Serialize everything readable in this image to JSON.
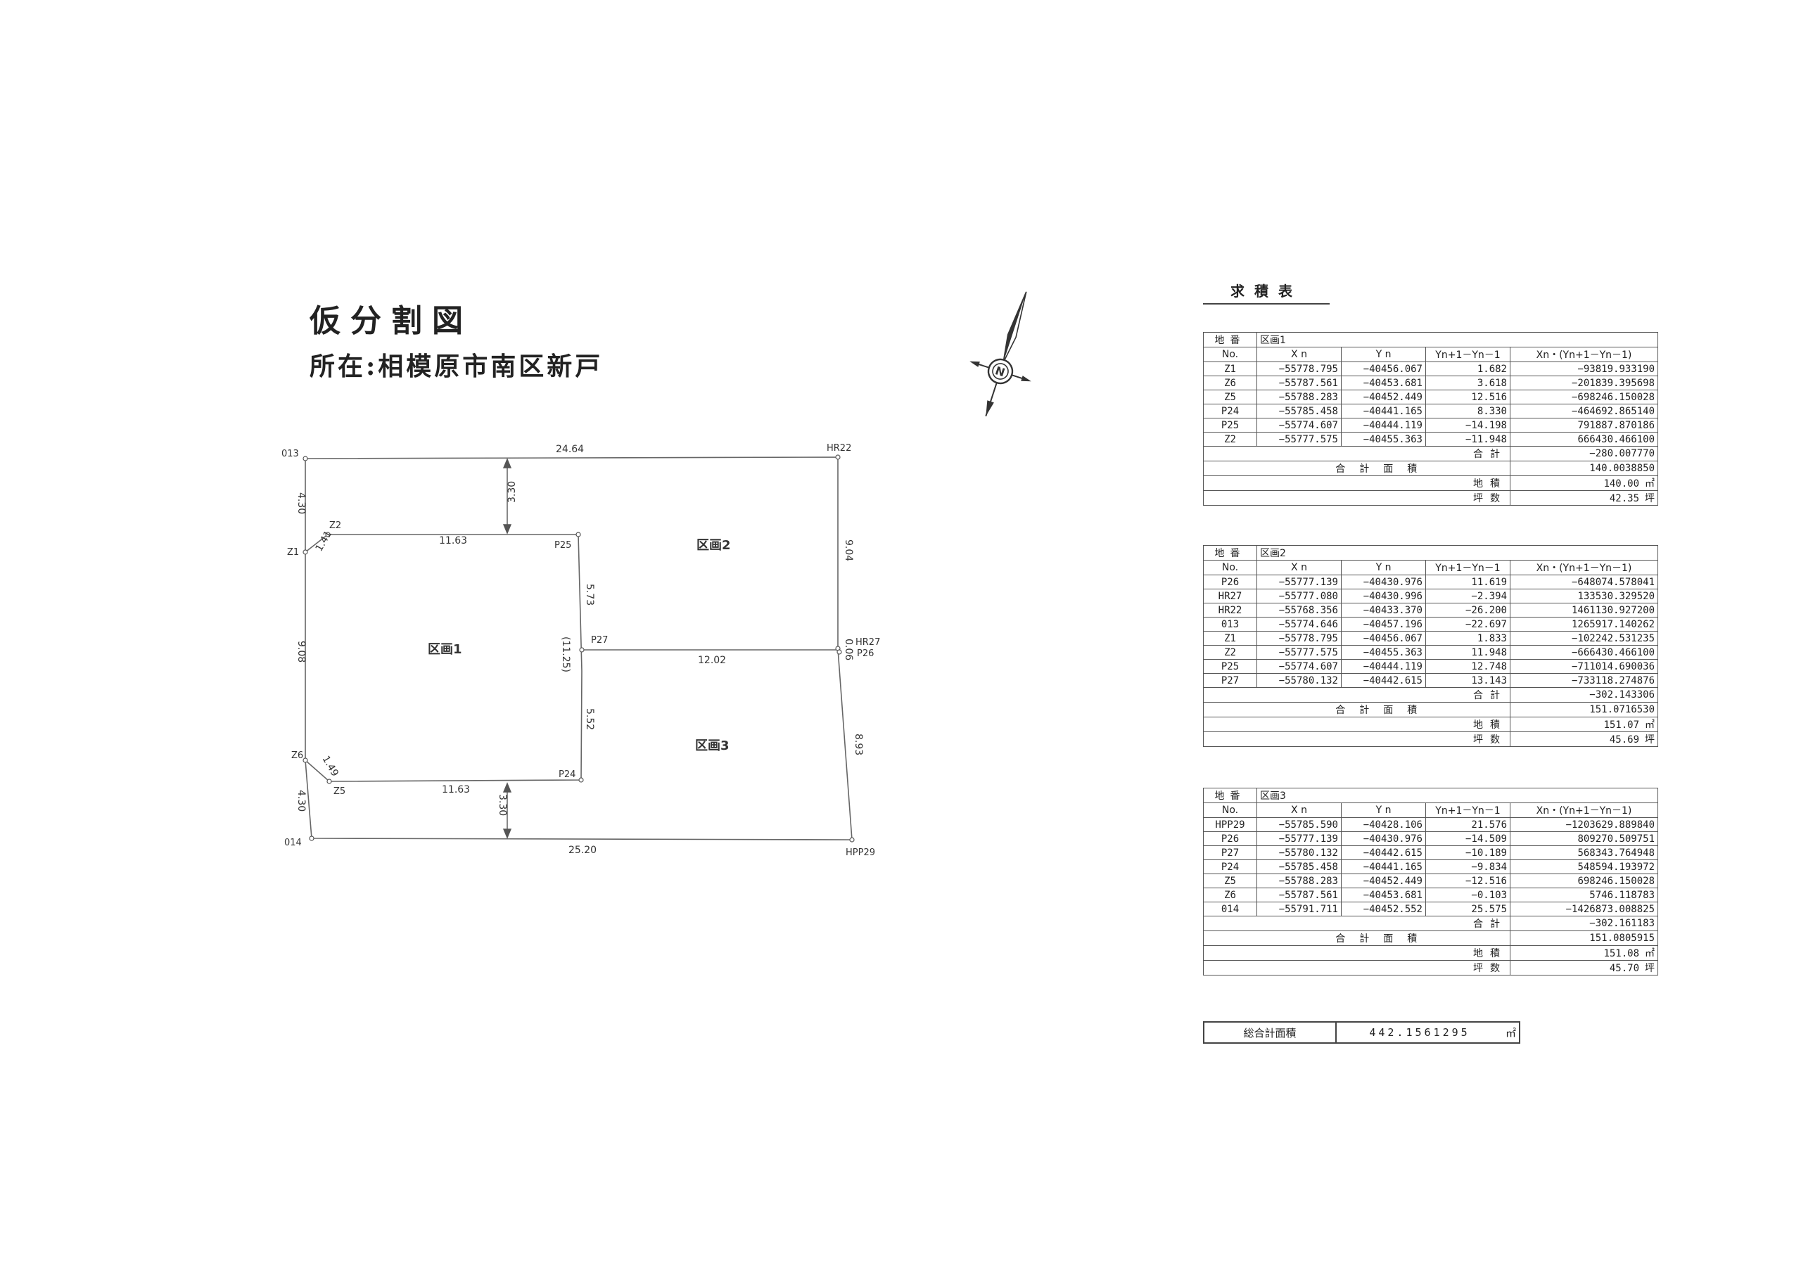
{
  "plan": {
    "title": "仮分割図",
    "location": "所在:相模原市南区新戸",
    "points": {
      "p013": "013",
      "hr22": "HR22",
      "z2": "Z2",
      "z1": "Z1",
      "p25": "P25",
      "p27": "P27",
      "hr27": "HR27",
      "p26": "P26",
      "z6": "Z6",
      "z5": "Z5",
      "p24": "P24",
      "p014": "014",
      "hpp29": "HPP29"
    },
    "dims": {
      "top": "24.64",
      "left_top": "4.30",
      "setback_top": "3.30",
      "z1_z2": "1.41",
      "z2_p25": "11.63",
      "p25_p27": "5.73",
      "p24_p25_total": "(11.25)",
      "right_top": "9.04",
      "p27_p26": "12.02",
      "hr27_p26": "0.06",
      "left_mid": "9.08",
      "z6_z5": "1.49",
      "p27_p24": "5.52",
      "right_bottom": "8.93",
      "z5_p24": "11.63",
      "left_bottom": "4.30",
      "setback_bottom": "3.30",
      "bottom": "25.20"
    },
    "areas": {
      "a1": "区画1",
      "a2": "区画2",
      "a3": "区画3"
    },
    "compass_label": "N"
  },
  "calc": {
    "title": "求積表",
    "headers": {
      "chiban": "地番",
      "no": "No.",
      "xn": "X n",
      "yn": "Y n",
      "ydiff": "Yn+1－Yn－1",
      "prod": "Xn・(Yn+1－Yn－1)"
    },
    "labels": {
      "sum": "合計",
      "total_area": "合計面積",
      "land_area": "地積",
      "tsubo": "坪数",
      "sqm": "㎡",
      "tsubo_unit": "坪"
    },
    "lots": [
      {
        "name": "区画1",
        "rows": [
          {
            "no": "Z1",
            "x": "−55778.795",
            "y": "−40456.067",
            "d": "1.682",
            "p": "−93819.933190"
          },
          {
            "no": "Z6",
            "x": "−55787.561",
            "y": "−40453.681",
            "d": "3.618",
            "p": "−201839.395698"
          },
          {
            "no": "Z5",
            "x": "−55788.283",
            "y": "−40452.449",
            "d": "12.516",
            "p": "−698246.150028"
          },
          {
            "no": "P24",
            "x": "−55785.458",
            "y": "−40441.165",
            "d": "8.330",
            "p": "−464692.865140"
          },
          {
            "no": "P25",
            "x": "−55774.607",
            "y": "−40444.119",
            "d": "−14.198",
            "p": "791887.870186"
          },
          {
            "no": "Z2",
            "x": "−55777.575",
            "y": "−40455.363",
            "d": "−11.948",
            "p": "666430.466100"
          }
        ],
        "sum": "−280.007770",
        "total_area": "140.0038850",
        "land_area": "140.00",
        "tsubo": "42.35"
      },
      {
        "name": "区画2",
        "rows": [
          {
            "no": "P26",
            "x": "−55777.139",
            "y": "−40430.976",
            "d": "11.619",
            "p": "−648074.578041"
          },
          {
            "no": "HR27",
            "x": "−55777.080",
            "y": "−40430.996",
            "d": "−2.394",
            "p": "133530.329520"
          },
          {
            "no": "HR22",
            "x": "−55768.356",
            "y": "−40433.370",
            "d": "−26.200",
            "p": "1461130.927200"
          },
          {
            "no": "013",
            "x": "−55774.646",
            "y": "−40457.196",
            "d": "−22.697",
            "p": "1265917.140262"
          },
          {
            "no": "Z1",
            "x": "−55778.795",
            "y": "−40456.067",
            "d": "1.833",
            "p": "−102242.531235"
          },
          {
            "no": "Z2",
            "x": "−55777.575",
            "y": "−40455.363",
            "d": "11.948",
            "p": "−666430.466100"
          },
          {
            "no": "P25",
            "x": "−55774.607",
            "y": "−40444.119",
            "d": "12.748",
            "p": "−711014.690036"
          },
          {
            "no": "P27",
            "x": "−55780.132",
            "y": "−40442.615",
            "d": "13.143",
            "p": "−733118.274876"
          }
        ],
        "sum": "−302.143306",
        "total_area": "151.0716530",
        "land_area": "151.07",
        "tsubo": "45.69"
      },
      {
        "name": "区画3",
        "rows": [
          {
            "no": "HPP29",
            "x": "−55785.590",
            "y": "−40428.106",
            "d": "21.576",
            "p": "−1203629.889840"
          },
          {
            "no": "P26",
            "x": "−55777.139",
            "y": "−40430.976",
            "d": "−14.509",
            "p": "809270.509751"
          },
          {
            "no": "P27",
            "x": "−55780.132",
            "y": "−40442.615",
            "d": "−10.189",
            "p": "568343.764948"
          },
          {
            "no": "P24",
            "x": "−55785.458",
            "y": "−40441.165",
            "d": "−9.834",
            "p": "548594.193972"
          },
          {
            "no": "Z5",
            "x": "−55788.283",
            "y": "−40452.449",
            "d": "−12.516",
            "p": "698246.150028"
          },
          {
            "no": "Z6",
            "x": "−55787.561",
            "y": "−40453.681",
            "d": "−0.103",
            "p": "5746.118783"
          },
          {
            "no": "014",
            "x": "−55791.711",
            "y": "−40452.552",
            "d": "25.575",
            "p": "−1426873.008825"
          }
        ],
        "sum": "−302.161183",
        "total_area": "151.0805915",
        "land_area": "151.08",
        "tsubo": "45.70"
      }
    ],
    "grand_total": {
      "label": "総合計面積",
      "value": "442.1561295",
      "unit": "㎡"
    }
  }
}
